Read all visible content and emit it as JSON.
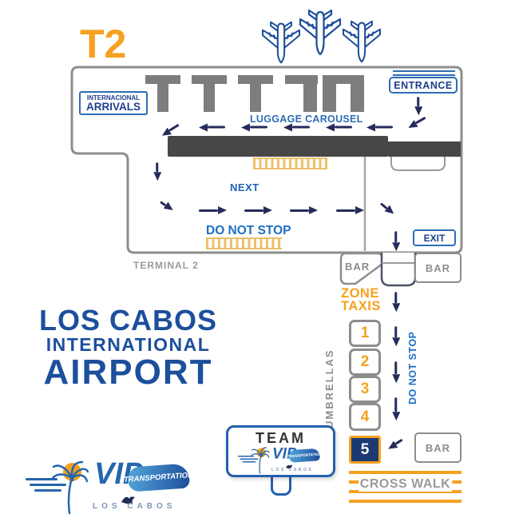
{
  "map": {
    "t2": "T2",
    "entrance": "ENTRANCE",
    "exit": "EXIT",
    "arrivals_line1": "INTERNACIONAL",
    "arrivals_line2": "ARRIVALS",
    "luggage_carousel": "LUGGAGE CAROUSEL",
    "next": "NEXT",
    "do_not_stop": "DO NOT STOP",
    "terminal2": "TERMINAL 2",
    "bar": "BAR",
    "zone_line1": "ZONE",
    "zone_line2": "TAXIS",
    "umbrellas": "UMBRELLAS",
    "do_not_stop_vertical": "DO NOT STOP",
    "cross_walk": "CROSS WALK",
    "stands": [
      "1",
      "2",
      "3",
      "4",
      "5"
    ]
  },
  "title": {
    "line1": "LOS CABOS",
    "line2": "INTERNATIONAL",
    "line3": "AIRPORT"
  },
  "team_sign": {
    "team": "TEAM"
  },
  "brand": {
    "vip": "VIP",
    "transportation": "TRANSPORTATION",
    "los_cabos": "LOS CABOS"
  },
  "colors": {
    "orange": "#F5A11F",
    "hatch_orange": "#EDC06A",
    "navy_arrow": "#252B5B",
    "blue_border": "#2E6DB5",
    "blue_text": "#1D63B5",
    "label_navy": "#1E3F8E",
    "title_blue": "#1C4F9C",
    "gray": "#8D8D8D",
    "carousel_dark": "#474747",
    "stand5_bg": "#1C3A72",
    "logo_blue": "#2566AE"
  }
}
